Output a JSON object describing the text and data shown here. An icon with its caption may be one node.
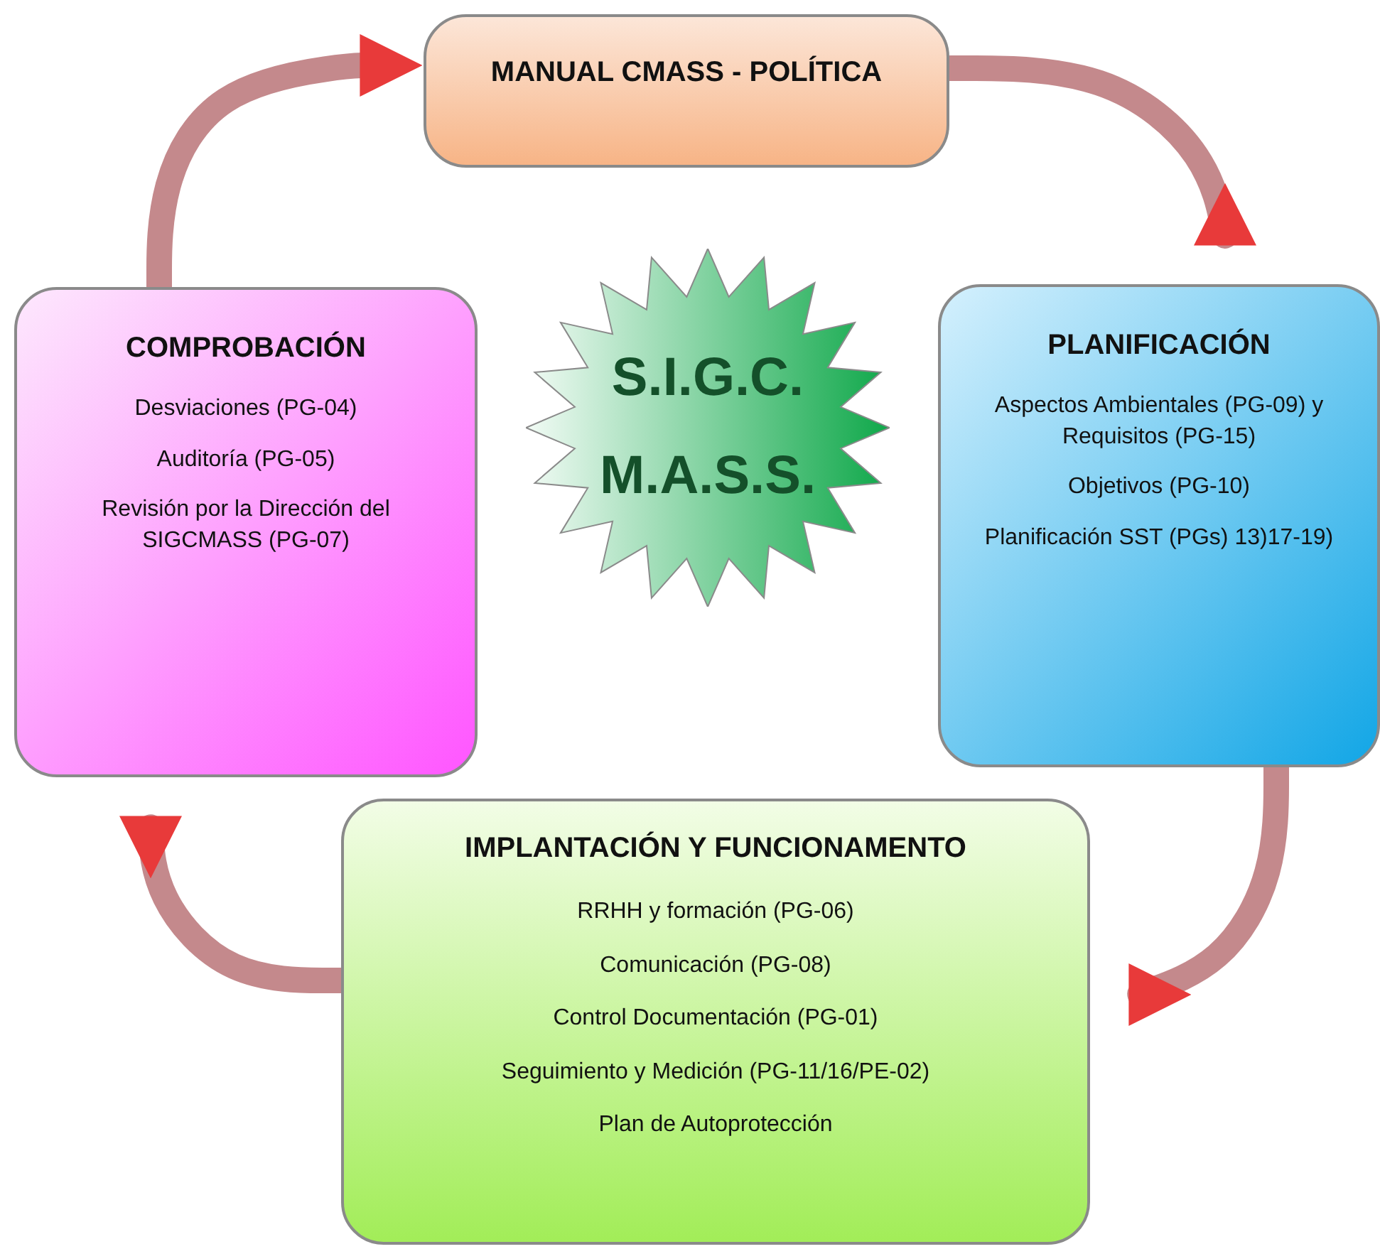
{
  "diagram": {
    "nodes": [
      {
        "text": [
          "MANUAL CMASS - POLÍTICA"
        ]
      },
      {
        "text": [
          "COMPROBACIÓN",
          "Desviaciones (PG-04)",
          "Auditoría (PG-05)",
          "Revisión por la Dirección del SIGCMASS (PG-07)"
        ]
      },
      {
        "text": [
          "S.I.G.C.",
          "M.A.S.S."
        ]
      },
      {
        "text": [
          "PLANIFICACIÓN",
          "Aspectos Ambientales (PG-09) y Requisitos (PG-15)",
          "Objetivos (PG-10)",
          "Planificación SST (PGs) 13)17-19)"
        ]
      },
      {
        "text": [
          "IMPLANTACIÓN Y FUNCIONAMENTO",
          "RRHH y formación (PG-06)",
          "Comunicación (PG-08)",
          "Control Documentación (PG-01)",
          "Seguimiento y Medición (PG-11/16/PE-02)",
          "Plan de Autoprotección"
        ]
      }
    ],
    "edges": [
      {
        "from": 1,
        "to": 0,
        "arrow": "to"
      },
      {
        "from": 0,
        "to": 3,
        "arrow": "to"
      },
      {
        "from": 3,
        "to": 4,
        "arrow": "to"
      },
      {
        "from": 4,
        "to": 1,
        "arrow": "to"
      }
    ]
  }
}
